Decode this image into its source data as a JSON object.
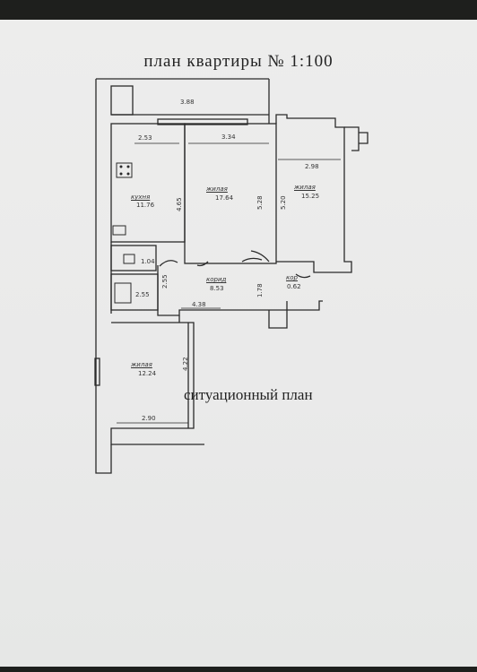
{
  "title": "план квартиры № 1:100",
  "subtitle": "ситуационный план",
  "rooms": {
    "kitchen": {
      "name": "кухня",
      "area": "11.76"
    },
    "living1": {
      "name": "жилая",
      "area": "17.64"
    },
    "living2": {
      "name": "жилая",
      "area": "15.25"
    },
    "corridor": {
      "name": "корид",
      "area": "8.53"
    },
    "corridor2": {
      "name": "кор",
      "area": "0.62"
    },
    "living3": {
      "name": "жилая",
      "area": "12.24"
    },
    "toilet": {
      "area": "1.04"
    },
    "bath": {
      "area": "2.55"
    }
  },
  "dims": {
    "balcony_w": "3.88",
    "kitchen_w": "2.53",
    "living1_w": "3.34",
    "living2_w": "2.98",
    "kitchen_h": "4.65",
    "living1_h": "5.28",
    "living2_h": "5.20",
    "bath_h": "2.55",
    "corridor_w": "4.38",
    "cor2_h": "1.78",
    "living3_h": "4.22",
    "living3_w": "2.90"
  }
}
